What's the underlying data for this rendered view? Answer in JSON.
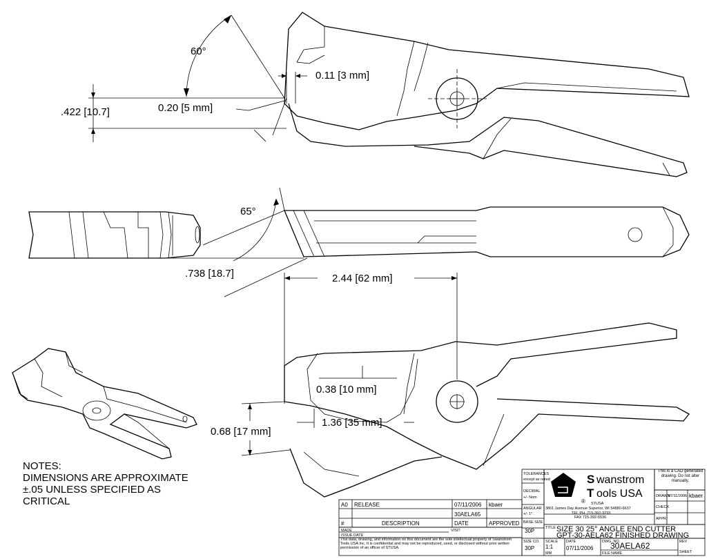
{
  "dimensions": {
    "angle_top": "60°",
    "tip_width": "0.11 [3 mm]",
    "height_top": ".422 [10.7]",
    "jaw_depth": "0.20 [5 mm]",
    "angle_side": "65°",
    "side_depth": ".738 [18.7]",
    "length": "2.44 [62 mm]",
    "opening_depth": "0.38 [10 mm]",
    "opening_length": "1.36 [35 mm]",
    "opening_height": "0.68 [17 mm]"
  },
  "notes": {
    "heading": "NOTES:",
    "line1": "DIMENSIONS ARE APPROXIMATE",
    "line2": "±.05 UNLESS SPECIFIED AS",
    "line3": "CRITICAL"
  },
  "revision_block": {
    "rev": "A0",
    "description": "RELEASE",
    "date": "07/11/2006",
    "approved": "kbaer",
    "ref": "30AELA65",
    "col_hash": "#",
    "col_description": "DESCRIPTION",
    "col_date": "DATE",
    "col_approved": "APPROVED",
    "made_label": "MADE",
    "issue_label": "ISSUE DATE",
    "visit_label": "VISIT"
  },
  "legal": "This data, drawing, and information on this document are the sole intellectual property of Swanstrom Tools USA Inc. It is confidential and may not be reproduced, used, or disclosed without prior written permission of an officer of STUSA.",
  "tolerances": {
    "label": "TOLERANCES",
    "sub": "except as noted",
    "decimal_label": "DECIMAL",
    "decimal": "+/- Nom",
    "angular_label": "ANGULAR",
    "angular": "+/- 1°",
    "base_size_label": "BASE SIZE",
    "base_size": "30P"
  },
  "company": {
    "name_line1": "wanstrom",
    "name_line2": "ools USA",
    "cap1": "S",
    "cap2": "T",
    "registered": "®",
    "stusa": "STUSA",
    "address": "3801 James Day Avenue Superior, WI 54880-6637",
    "phone": "TEL PH. 715-392-3233",
    "fax": "FAX 715-392-5536"
  },
  "cad_note": "This is a CAD generated drawing. Do not alter manually.",
  "approvals": {
    "drawn_label": "DRAWN",
    "drawn_date": "07/11/2006",
    "drawn_by": "kbaer",
    "check_label": "CHECK",
    "appr_label": "APPR."
  },
  "title": {
    "label": "TITLE",
    "line1": "SIZE 30 25° ANGLE END CUTTER",
    "line2": "GPT-30-AELA62 FINISHED DRAWING"
  },
  "bottom": {
    "size_label": "SIZE CO.",
    "size": "30P",
    "scale_label": "SCALE",
    "scale": "1:1",
    "units": "MM",
    "date_label": "DATE",
    "date": "07/11/2006",
    "dwg_label": "DWG. NO.",
    "dwg_no": "30AELA62",
    "rev_label": "REV",
    "sheet_label": "SHEET",
    "file_label": "FILE NAME"
  }
}
